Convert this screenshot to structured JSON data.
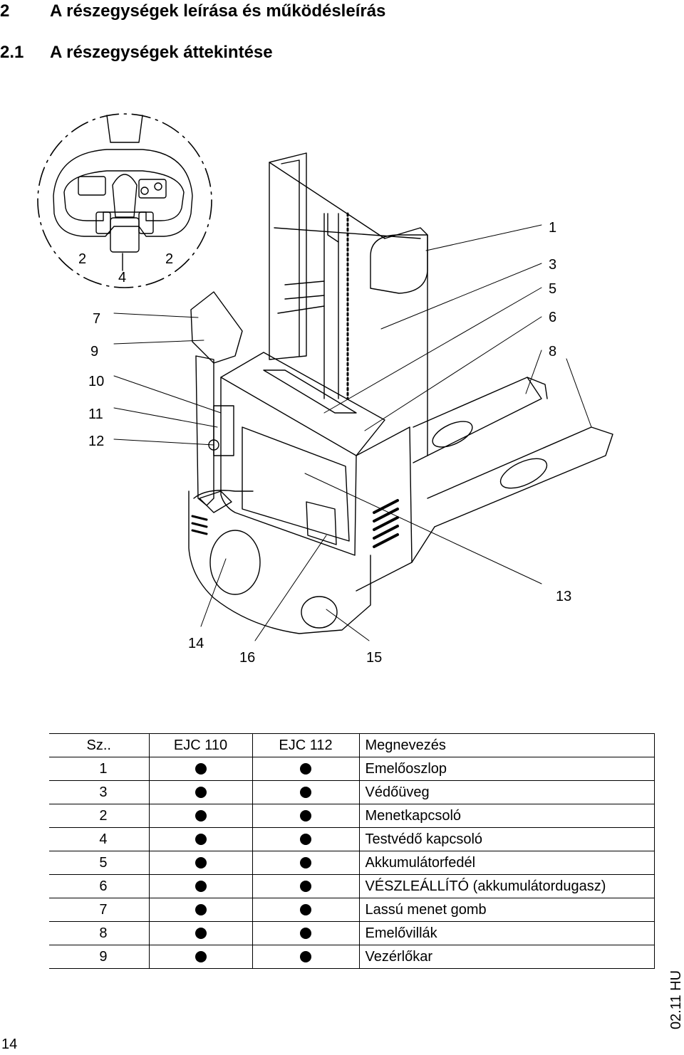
{
  "heading": {
    "number": "2",
    "title": "A részegységek leírása és működésleírás"
  },
  "subheading": {
    "number": "2.1",
    "title": "A részegységek áttekintése"
  },
  "figure_callouts": {
    "c1": "1",
    "c2a": "2",
    "c2b": "2",
    "c3": "3",
    "c4": "4",
    "c5": "5",
    "c6": "6",
    "c7": "7",
    "c8": "8",
    "c9": "9",
    "c10": "10",
    "c11": "11",
    "c12": "12",
    "c13": "13",
    "c14": "14",
    "c15": "15",
    "c16": "16"
  },
  "table": {
    "headers": {
      "nr": "Sz..",
      "m1": "EJC 110",
      "m2": "EJC 112",
      "name": "Megnevezés"
    },
    "rows": [
      {
        "nr": "1",
        "name": "Emelőoszlop"
      },
      {
        "nr": "3",
        "name": "Védőüveg"
      },
      {
        "nr": "2",
        "name": "Menetkapcsoló"
      },
      {
        "nr": "4",
        "name": "Testvédő kapcsoló"
      },
      {
        "nr": "5",
        "name": "Akkumulátorfedél"
      },
      {
        "nr": "6",
        "name": "VÉSZLEÁLLÍTÓ (akkumulátordugasz)"
      },
      {
        "nr": "7",
        "name": "Lassú menet gomb"
      },
      {
        "nr": "8",
        "name": "Emelővillák"
      },
      {
        "nr": "9",
        "name": "Vezérlőkar"
      }
    ]
  },
  "footer": {
    "page": "14",
    "date": "02.11 HU"
  }
}
